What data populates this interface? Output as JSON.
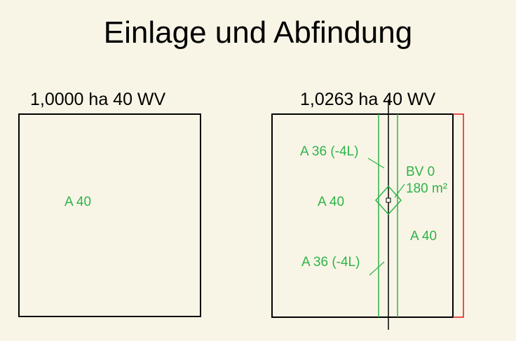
{
  "title": "Einlage und Abfindung",
  "colors": {
    "background": "#f9f5e6",
    "outline": "#000000",
    "parcel_lines": "#2db34a",
    "boundary": "#e01818",
    "text": "#000000",
    "label": "#2db34a"
  },
  "einlage": {
    "heading": "1,0000 ha 40 WV",
    "parcel_label": "A 40"
  },
  "abfindung": {
    "heading": "1,0263 ha 40 WV",
    "label_left": "A 40",
    "label_right": "A 40",
    "strip_label_top": "A 36 (-4L)",
    "strip_label_bottom": "A 36 (-4L)",
    "bv_label": "BV 0",
    "area_label": "180 m²"
  }
}
